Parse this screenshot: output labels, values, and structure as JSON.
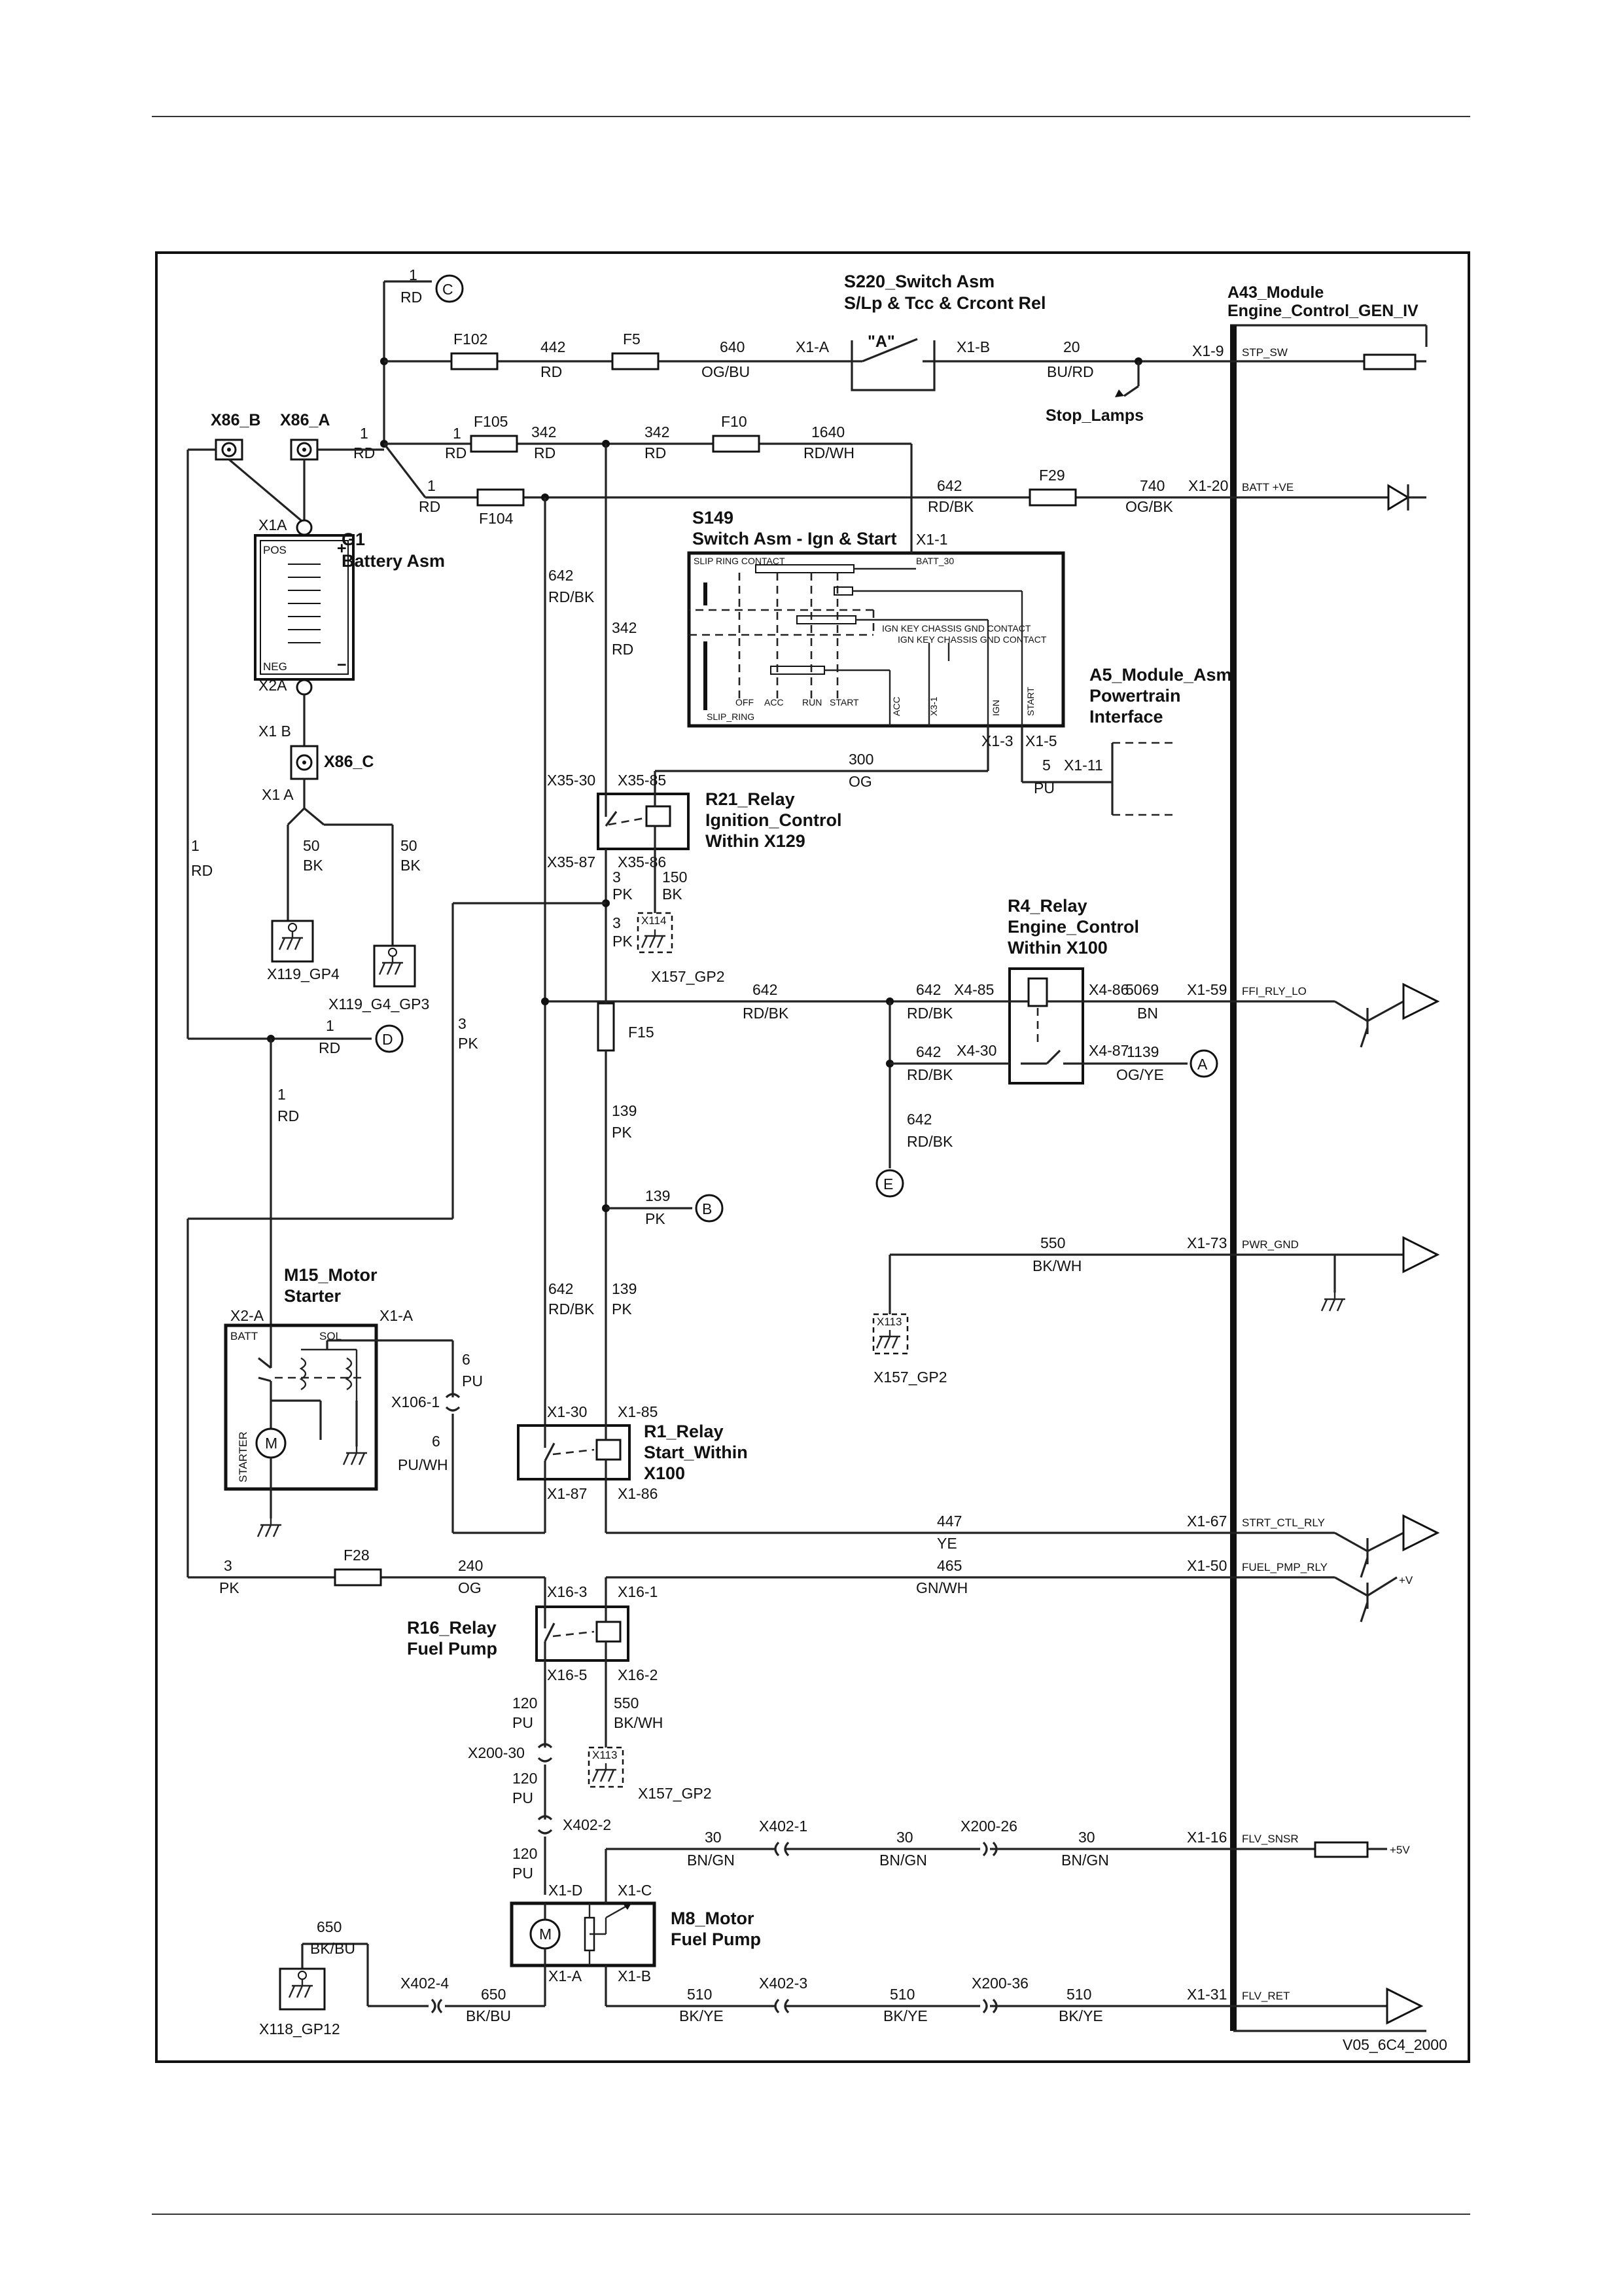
{
  "footer_code": "V05_6C4_2000",
  "connectors": {
    "c": "C",
    "d": "D",
    "a": "A",
    "b": "B",
    "e": "E"
  },
  "components": {
    "s220": {
      "id": "S220_Switch Asm",
      "desc": "S/Lp & Tcc & Crcont Rel",
      "contact": "\"A\"",
      "pin_a": "X1-A",
      "pin_b": "X1-B"
    },
    "a43": {
      "id": "A43_Module",
      "desc": "Engine_Control_GEN_IV"
    },
    "battery": {
      "id": "G1",
      "desc": "Battery Asm",
      "pos": "POS",
      "neg": "NEG",
      "plus": "+",
      "minus": "−",
      "x1a": "X1A",
      "x2a": "X2A"
    },
    "x86b": "X86_B",
    "x86a": "X86_A",
    "x86c": "X86_C",
    "x1b": "X1 B",
    "x1a_c": "X1 A",
    "s149": {
      "id": "S149",
      "desc": "Switch Asm - Ign & Start",
      "pin_x11": "X1-1",
      "batt30": "BATT_30",
      "slip_contact": "SLIP RING CONTACT",
      "ign_key": "IGN KEY CHASSIS GND CONTACT",
      "pos_labels": [
        "OFF",
        "ACC",
        "RUN",
        "START"
      ],
      "slip_ring": "SLIP_RING",
      "vlabels": [
        "ACC",
        "X3-1",
        "IGN",
        "START"
      ],
      "pin_x13": "X1-3",
      "pin_x15": "X1-5"
    },
    "a5": {
      "id": "A5_Module_Asm",
      "desc1": "Powertrain",
      "desc2": "Interface",
      "pin": "X1-11"
    },
    "r21": {
      "id": "R21_Relay",
      "desc1": "Ignition_Control",
      "desc2": "Within X129",
      "p30": "X35-30",
      "p85": "X35-85",
      "p87": "X35-87",
      "p86": "X35-86"
    },
    "r4": {
      "id": "R4_Relay",
      "desc1": "Engine_Control",
      "desc2": "Within X100",
      "p85": "X4-85",
      "p86": "X4-86",
      "p30": "X4-30",
      "p87": "X4-87"
    },
    "m15": {
      "id": "M15_Motor",
      "desc": "Starter",
      "x2a": "X2-A",
      "x1a": "X1-A",
      "batt": "BATT",
      "sol": "SOL",
      "starter": "STARTER",
      "m": "M"
    },
    "r1": {
      "id": "R1_Relay",
      "desc1": "Start_Within",
      "desc2": "X100",
      "p30": "X1-30",
      "p85": "X1-85",
      "p87": "X1-87",
      "p86": "X1-86"
    },
    "r16": {
      "id": "R16_Relay",
      "desc": "Fuel Pump",
      "p3": "X16-3",
      "p1": "X16-1",
      "p5": "X16-5",
      "p2": "X16-2"
    },
    "m8": {
      "id": "M8_Motor",
      "desc": "Fuel Pump",
      "m": "M",
      "xd": "X1-D",
      "xc": "X1-C",
      "xa": "X1-A",
      "xb": "X1-B"
    }
  },
  "fuses": {
    "f102": "F102",
    "f5": "F5",
    "f105": "F105",
    "f10": "F10",
    "f104": "F104",
    "f29": "F29",
    "f15": "F15",
    "f28": "F28"
  },
  "grounds": {
    "gp4": "X119_GP4",
    "g4gp3": "X119_G4_GP3",
    "gp2a": "X157_GP2",
    "gp2b": "X157_GP2",
    "gp2c": "X157_GP2",
    "gp12": "X118_GP12",
    "x114": "X114",
    "x113a": "X113",
    "x113b": "X113"
  },
  "inline": {
    "x106": "X106-1",
    "x200_30": "X200-30",
    "x402_2": "X402-2",
    "x402_1": "X402-1",
    "x200_26": "X200-26",
    "x402_4": "X402-4",
    "x402_3": "X402-3",
    "x200_36": "X200-36"
  },
  "ecm_pins": [
    {
      "pin": "X1-9",
      "sig": "STP_SW"
    },
    {
      "pin": "X1-20",
      "sig": "BATT +VE"
    },
    {
      "pin": "X1-59",
      "sig": "FFI_RLY_LO"
    },
    {
      "pin": "X1-73",
      "sig": "PWR_GND"
    },
    {
      "pin": "X1-67",
      "sig": "STRT_CTL_RLY"
    },
    {
      "pin": "X1-50",
      "sig": "FUEL_PMP_RLY"
    },
    {
      "pin": "X1-16",
      "sig": "FLV_SNSR"
    },
    {
      "pin": "X1-31",
      "sig": "FLV_RET"
    }
  ],
  "stop_lamps": "Stop_Lamps",
  "plus5v": "+5V",
  "plusv": "+V",
  "wires": {
    "w1c": {
      "n": "1",
      "c": "RD"
    },
    "w442": {
      "n": "442",
      "c": "RD"
    },
    "w640": {
      "n": "640",
      "c": "OG/BU"
    },
    "w20": {
      "n": "20",
      "c": "BU/RD"
    },
    "w1a": {
      "n": "1",
      "c": "RD"
    },
    "w1b": {
      "n": "1",
      "c": "RD"
    },
    "w342a": {
      "n": "342",
      "c": "RD"
    },
    "w342b": {
      "n": "342",
      "c": "RD"
    },
    "w1640": {
      "n": "1640",
      "c": "RD/WH"
    },
    "w1e": {
      "n": "1",
      "c": "RD"
    },
    "w642a": {
      "n": "642",
      "c": "RD/BK"
    },
    "w740": {
      "n": "740",
      "c": "OG/BK"
    },
    "w642v": {
      "n": "642",
      "c": "RD/BK"
    },
    "w342v": {
      "n": "342",
      "c": "RD"
    },
    "w300": {
      "n": "300",
      "c": "OG"
    },
    "w5": {
      "n": "5",
      "c": "PU"
    },
    "w1left": {
      "n": "1",
      "c": "RD"
    },
    "w50a": {
      "n": "50",
      "c": "BK"
    },
    "w50b": {
      "n": "50",
      "c": "BK"
    },
    "w3a": {
      "n": "3",
      "c": "PK"
    },
    "w3b": {
      "n": "3",
      "c": "PK"
    },
    "w150": {
      "n": "150",
      "c": "BK"
    },
    "w642h": {
      "n": "642",
      "c": "RD/BK"
    },
    "w642r4a": {
      "n": "642",
      "c": "RD/BK"
    },
    "w5069": {
      "n": "5069",
      "c": "BN"
    },
    "w642r4b": {
      "n": "642",
      "c": "RD/BK"
    },
    "w1139": {
      "n": "1139",
      "c": "OG/YE"
    },
    "w642e": {
      "n": "642",
      "c": "RD/BK"
    },
    "w1d": {
      "n": "1",
      "c": "RD"
    },
    "w3c": {
      "n": "3",
      "c": "PK"
    },
    "w1m": {
      "n": "1",
      "c": "RD"
    },
    "w139a": {
      "n": "139",
      "c": "PK"
    },
    "w139b": {
      "n": "139",
      "c": "PK"
    },
    "w139c": {
      "n": "139",
      "c": "PK"
    },
    "w550a": {
      "n": "550",
      "c": "BK/WH"
    },
    "w642m": {
      "n": "642",
      "c": "RD/BK"
    },
    "w6a": {
      "n": "6",
      "c": "PU"
    },
    "w6b": {
      "n": "6",
      "c": "PU/WH"
    },
    "w447": {
      "n": "447",
      "c": "YE"
    },
    "w3d": {
      "n": "3",
      "c": "PK"
    },
    "w240": {
      "n": "240",
      "c": "OG"
    },
    "w465": {
      "n": "465",
      "c": "GN/WH"
    },
    "w120a": {
      "n": "120",
      "c": "PU"
    },
    "w550b": {
      "n": "550",
      "c": "BK/WH"
    },
    "w120b": {
      "n": "120",
      "c": "PU"
    },
    "w120c": {
      "n": "120",
      "c": "PU"
    },
    "w30a": {
      "n": "30",
      "c": "BN/GN"
    },
    "w30b": {
      "n": "30",
      "c": "BN/GN"
    },
    "w30c": {
      "n": "30",
      "c": "BN/GN"
    },
    "w650a": {
      "n": "650",
      "c": "BK/BU"
    },
    "w650b": {
      "n": "650",
      "c": "BK/BU"
    },
    "w510a": {
      "n": "510",
      "c": "BK/YE"
    },
    "w510b": {
      "n": "510",
      "c": "BK/YE"
    },
    "w510c": {
      "n": "510",
      "c": "BK/YE"
    }
  }
}
